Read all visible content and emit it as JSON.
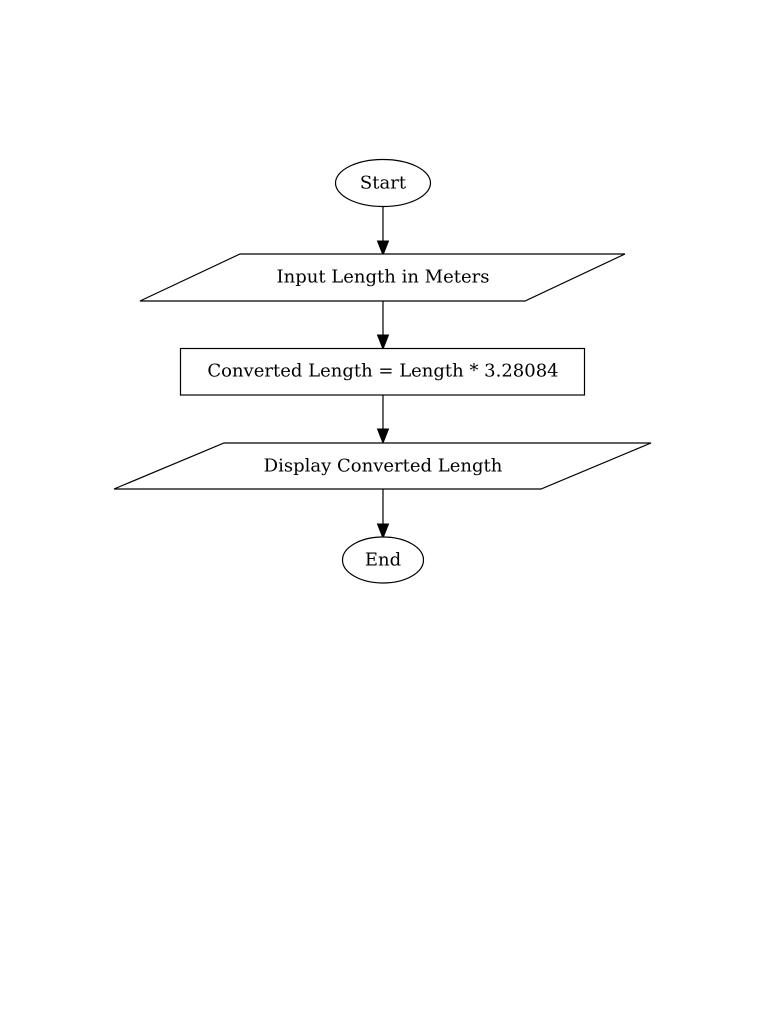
{
  "flowchart": {
    "nodes": [
      {
        "id": "start",
        "shape": "ellipse",
        "label": "Start"
      },
      {
        "id": "input",
        "shape": "parallelogram",
        "label": "Input Length in Meters"
      },
      {
        "id": "process",
        "shape": "rectangle",
        "label": "Converted Length = Length * 3.28084"
      },
      {
        "id": "output",
        "shape": "parallelogram",
        "label": "Display Converted Length"
      },
      {
        "id": "end",
        "shape": "ellipse",
        "label": "End"
      }
    ],
    "edges": [
      {
        "from": "start",
        "to": "input"
      },
      {
        "from": "input",
        "to": "process"
      },
      {
        "from": "process",
        "to": "output"
      },
      {
        "from": "output",
        "to": "end"
      }
    ],
    "colors": {
      "stroke": "#000000",
      "fill": "#ffffff",
      "text": "#000000"
    }
  }
}
